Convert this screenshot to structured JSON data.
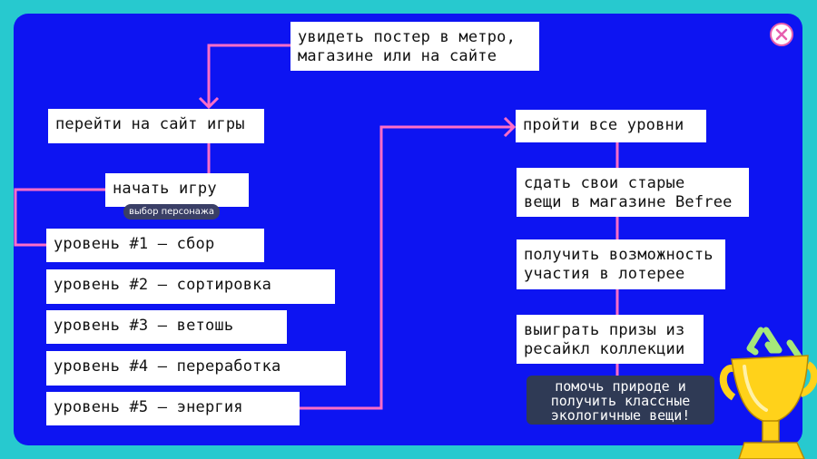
{
  "nodes": {
    "poster": "увидеть постер в метро,\nмагазине или на сайте",
    "site": "перейти на сайт игры",
    "start": "начать игру",
    "character": "выбор персонажа",
    "level1": "уровень #1 — сбор",
    "level2": "уровень #2 — сортировка",
    "level3": "уровень #3 — ветошь",
    "level4": "уровень #4 — переработка",
    "level5": "уровень #5 — энергия",
    "all_levels": "пройти все уровни",
    "donate": "сдать свои старые\nвещи в магазине Befree",
    "lottery": "получить возможность\nучастия в лотерее",
    "prizes": "выиграть призы из\nресайкл коллекции",
    "final": "помочь природе и\nполучить классные\nэкологичные вещи!"
  },
  "colors": {
    "background": "#27c9cf",
    "panel": "#0d14f2",
    "connector": "#ff6ec7",
    "box": "#ffffff",
    "trophy": "#ffd21a",
    "recycle": "#a6e87a"
  },
  "icons": [
    "close-icon",
    "trophy-icon",
    "recycle-icon"
  ]
}
